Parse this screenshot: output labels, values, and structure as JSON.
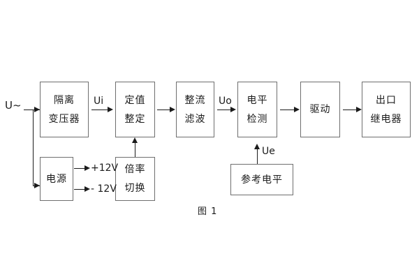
{
  "figure": {
    "caption": "图 1",
    "input_label": "U~",
    "signal_labels": {
      "ui": "Ui",
      "uo": "Uo",
      "ue": "Ue"
    },
    "power_rails": {
      "positive": "+12V",
      "negative": "- 12V"
    },
    "colors": {
      "box_border": "#6e6e6e",
      "line": "#1b1b1b",
      "text": "#1b1b1b",
      "background": "#ffffff"
    },
    "blocks": [
      {
        "id": "isolation-transformer",
        "line1": "隔离",
        "line2": "变压器"
      },
      {
        "id": "setting-value",
        "line1": "定值",
        "line2": "整定"
      },
      {
        "id": "rectify-filter",
        "line1": "整流",
        "line2": "滤波"
      },
      {
        "id": "level-detect",
        "line1": "电平",
        "line2": "检测"
      },
      {
        "id": "drive",
        "line1": "驱动",
        "line2": ""
      },
      {
        "id": "output-relay",
        "line1": "出口",
        "line2": "继电器"
      },
      {
        "id": "power-supply",
        "line1": "电源",
        "line2": ""
      },
      {
        "id": "multiplier-switch",
        "line1": "倍率",
        "line2": "切换"
      },
      {
        "id": "reference-level",
        "line1": "参考电平",
        "line2": ""
      }
    ]
  }
}
